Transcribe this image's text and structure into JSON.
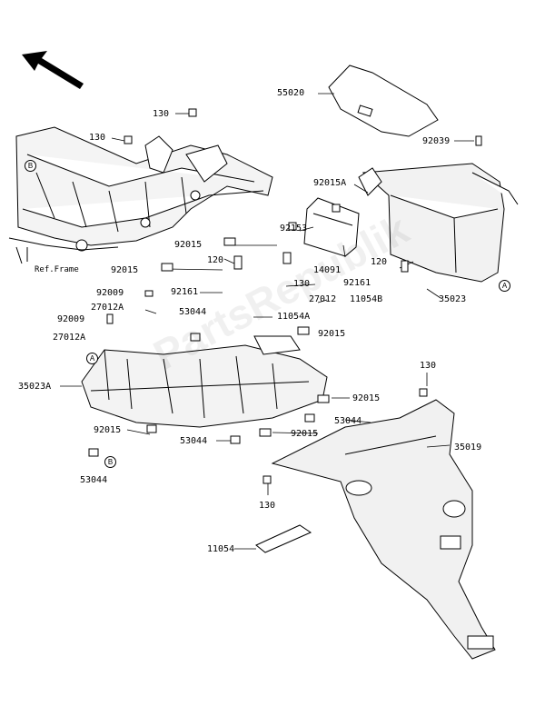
{
  "labels": {
    "p55020": "55020",
    "p92039": "92039",
    "p92015A": "92015A",
    "p92153": "92153",
    "p14091": "14091",
    "p120_right": "120",
    "p130_mid": "130",
    "p92161_right": "92161",
    "p27012": "27012",
    "p11054B": "11054B",
    "p35023": "35023",
    "p130_top": "130",
    "p130_left": "130",
    "p92015_1": "92015",
    "p120_left": "120",
    "p92015_2": "92015",
    "p92161_left": "92161",
    "p92009_1": "92009",
    "p27012A_1": "27012A",
    "p53044_1": "53044",
    "p11054A": "11054A",
    "p92009_2": "92009",
    "p27012A_2": "27012A",
    "p92015_3": "92015",
    "p35023A": "35023A",
    "p92015_4": "92015",
    "p53044_2": "53044",
    "p92015_5": "92015",
    "p53044_3": "53044",
    "p92015_6": "92015",
    "p53044_4": "53044",
    "p130_right": "130",
    "p35019": "35019",
    "p130_bottom": "130",
    "p11054": "11054",
    "ref_frame": "Ref.Frame"
  },
  "callouts": {
    "a_right": "A",
    "a_left": "A",
    "b_frame": "B",
    "b_bottom": "B"
  },
  "watermark": "PartsRepublik",
  "colors": {
    "line": "#000000",
    "shade": "#d9d9d9",
    "background": "#ffffff"
  }
}
